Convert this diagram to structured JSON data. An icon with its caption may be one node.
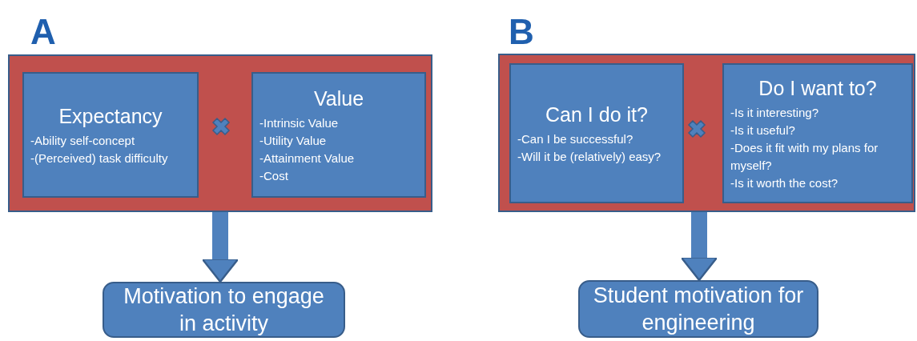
{
  "diagram": {
    "nodes": [
      {
        "text": [],
        "shape": "box"
      },
      {
        "text": [
          "Expectancy",
          "-Ability self-concept",
          "-(Perceived) task difficulty"
        ],
        "in": 0
      },
      {
        "text": [
          "Value",
          "-Intrinsic Value",
          "-Utility Value",
          "-Attainment Value",
          "-Cost"
        ],
        "in": 0
      },
      {
        "text": [
          "Motivation to engage in activity"
        ]
      },
      {
        "text": [],
        "shape": "box"
      },
      {
        "text": [
          "Can I do it?",
          "-Can I be successful?",
          "-Will it be (relatively) easy?"
        ],
        "in": 4
      },
      {
        "text": [
          "Do I want to?",
          "-Is it interesting?",
          "-Is it useful?",
          "-Does it fit with my plans for myself?",
          "-Is it worth the cost?"
        ],
        "in": 4
      },
      {
        "text": [
          "Student motivation for engineering"
        ]
      }
    ],
    "edges": [
      {
        "from": 0,
        "to": 3,
        "arrow": "to"
      },
      {
        "from": 4,
        "to": 7,
        "arrow": "to"
      }
    ],
    "labels": [
      "A",
      "B"
    ]
  }
}
